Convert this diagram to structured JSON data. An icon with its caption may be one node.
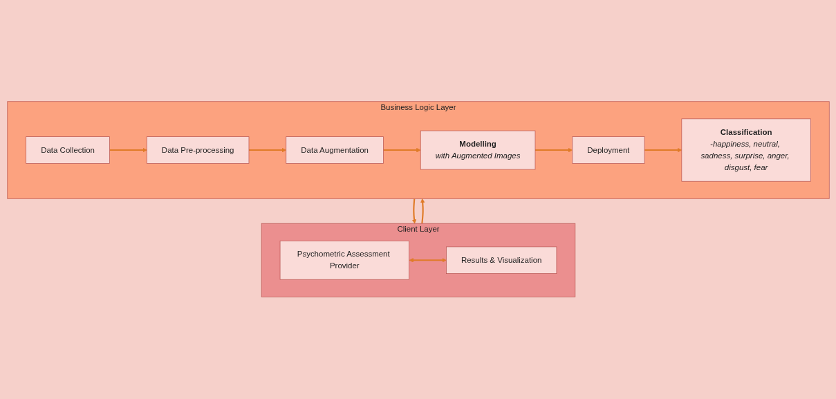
{
  "diagram": {
    "nodes": [
      {
        "text": [
          "Client Layer"
        ]
      },
      {
        "text": [
          "Psychometric Assessment Provider"
        ],
        "in": 0
      },
      {
        "text": [
          "Results & Visualization"
        ],
        "in": 0
      },
      {
        "text": [
          "Business Logic Layer"
        ]
      },
      {
        "text": [
          "Data Collection"
        ],
        "in": 3
      },
      {
        "text": [
          "Data Pre-processing"
        ],
        "in": 3
      },
      {
        "text": [
          "Data Augmentation"
        ],
        "in": 3
      },
      {
        "text": [
          "Modelling",
          "with Augmented Images"
        ],
        "in": 3
      },
      {
        "text": [
          "Deployment"
        ],
        "in": 3
      },
      {
        "text": [
          "Classification",
          "-happiness, neutral, sadness, surprise, anger, disgust, fear"
        ],
        "in": 3
      }
    ],
    "edges": [
      {
        "from": 1,
        "to": 2,
        "arrow": "both"
      },
      {
        "from": 3,
        "to": 0,
        "arrow": "to"
      },
      {
        "from": 0,
        "to": 3,
        "arrow": "to"
      },
      {
        "from": 4,
        "to": 5,
        "arrow": "to"
      },
      {
        "from": 5,
        "to": 6,
        "arrow": "to"
      },
      {
        "from": 6,
        "to": 7,
        "arrow": "to"
      },
      {
        "from": 7,
        "to": 8,
        "arrow": "to"
      },
      {
        "from": 8,
        "to": 9,
        "arrow": "to"
      }
    ]
  }
}
